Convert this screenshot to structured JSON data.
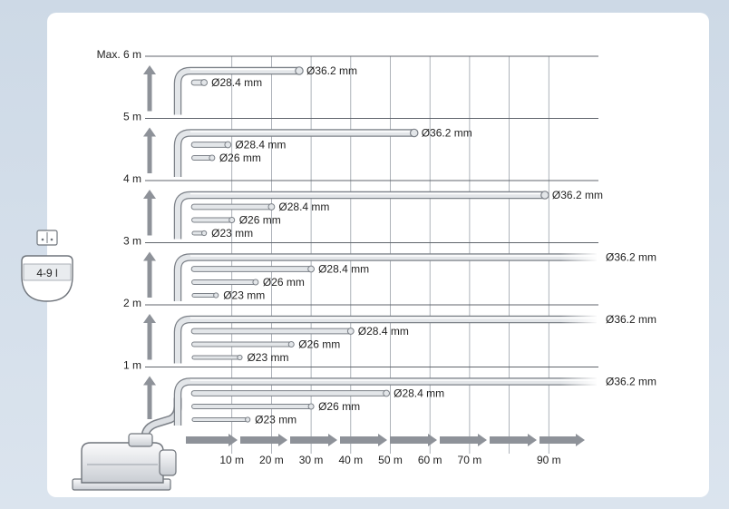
{
  "tank": {
    "label": "4-9 l"
  },
  "y_axis": {
    "ticks": [
      {
        "label": "1 m",
        "value": 1
      },
      {
        "label": "2 m",
        "value": 2
      },
      {
        "label": "3 m",
        "value": 3
      },
      {
        "label": "4 m",
        "value": 4
      },
      {
        "label": "5 m",
        "value": 5
      },
      {
        "label": "Max. 6 m",
        "value": 6
      }
    ]
  },
  "x_axis": {
    "ticks": [
      {
        "label": "10 m",
        "value": 10
      },
      {
        "label": "20 m",
        "value": 20
      },
      {
        "label": "30 m",
        "value": 30
      },
      {
        "label": "40 m",
        "value": 40
      },
      {
        "label": "50 m",
        "value": 50
      },
      {
        "label": "60 m",
        "value": 60
      },
      {
        "label": "70 m",
        "value": 70
      },
      {
        "label": "90 m",
        "value": 90
      }
    ]
  },
  "rows": [
    {
      "height": 1,
      "pipes": [
        {
          "label": "Ø36.2 mm",
          "length": 90,
          "unlimited": true
        },
        {
          "label": "Ø28.4 mm",
          "length": 49
        },
        {
          "label": "Ø26 mm",
          "length": 30
        },
        {
          "label": "Ø23 mm",
          "length": 14
        }
      ]
    },
    {
      "height": 2,
      "pipes": [
        {
          "label": "Ø36.2 mm",
          "length": 90,
          "unlimited": true
        },
        {
          "label": "Ø28.4 mm",
          "length": 40
        },
        {
          "label": "Ø26 mm",
          "length": 25
        },
        {
          "label": "Ø23 mm",
          "length": 12
        }
      ]
    },
    {
      "height": 3,
      "pipes": [
        {
          "label": "Ø36.2 mm",
          "length": 90,
          "unlimited": true
        },
        {
          "label": "Ø28.4 mm",
          "length": 30
        },
        {
          "label": "Ø26 mm",
          "length": 16
        },
        {
          "label": "Ø23 mm",
          "length": 6
        }
      ]
    },
    {
      "height": 4,
      "pipes": [
        {
          "label": "Ø36.2 mm",
          "length": 89
        },
        {
          "label": "Ø28.4 mm",
          "length": 20
        },
        {
          "label": "Ø26 mm",
          "length": 10
        },
        {
          "label": "Ø23 mm",
          "length": 3
        }
      ]
    },
    {
      "height": 5,
      "pipes": [
        {
          "label": "Ø36.2 mm",
          "length": 56
        },
        {
          "label": "Ø28.4 mm",
          "length": 9
        },
        {
          "label": "Ø26 mm",
          "length": 5
        }
      ]
    },
    {
      "height": 6,
      "pipes": [
        {
          "label": "Ø36.2 mm",
          "length": 27
        },
        {
          "label": "Ø28.4 mm",
          "length": 3
        }
      ]
    }
  ],
  "colors": {
    "pipe": "#c9ccd1",
    "arrow": "#8e9299",
    "grid": "#9aa0a8"
  }
}
